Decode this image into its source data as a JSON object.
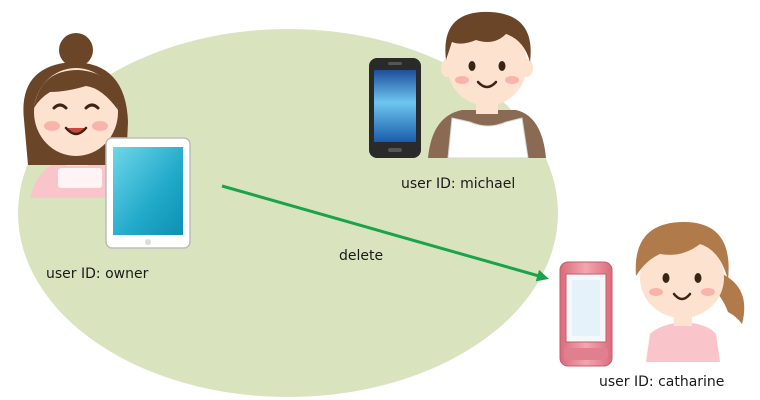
{
  "users": [
    {
      "id": "owner",
      "label": "user ID: owner",
      "device": "tablet"
    },
    {
      "id": "michael",
      "label": "user ID: michael",
      "device": "smartphone"
    },
    {
      "id": "catharine",
      "label": "user ID: catharine",
      "device": "flip-phone"
    }
  ],
  "action": {
    "label": "delete",
    "from": "owner",
    "to": "catharine"
  },
  "colors": {
    "group_area": "#d9e4bf",
    "arrow": "#1aa34a",
    "skin": "#fde3cf",
    "hair": "#6b4528",
    "light_hair": "#b07a4a",
    "tablet_screen": "#2bb7d6",
    "phone_body": "#2a2a2a",
    "phone_screen": "#3b8fd4",
    "pink_phone": "#e88896",
    "apron": "#ffffff",
    "shirt_pink": "#f9c5cb",
    "shirt_brown": "#8a6a52"
  },
  "icons": {
    "owner_person": "woman-with-bun-icon",
    "michael_person": "man-with-apron-icon",
    "catharine_person": "girl-with-ponytail-icon"
  }
}
